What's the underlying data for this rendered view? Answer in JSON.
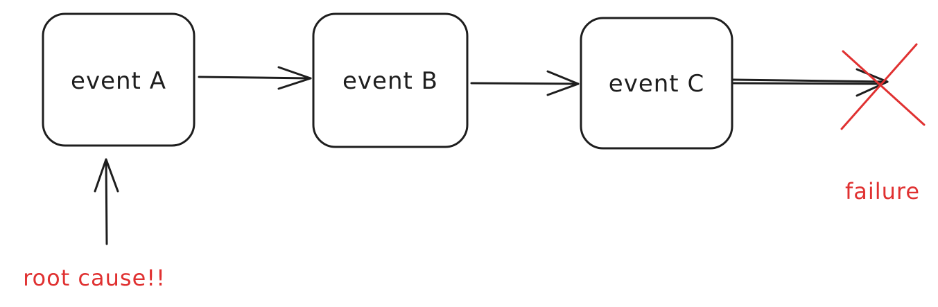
{
  "nodes": [
    {
      "id": "a",
      "label": "event A"
    },
    {
      "id": "b",
      "label": "event B"
    },
    {
      "id": "c",
      "label": "event C"
    }
  ],
  "annotations": {
    "root_cause": "root cause!!",
    "failure": "failure"
  },
  "colors": {
    "ink": "#1e1e1e",
    "accent": "#e03131"
  },
  "icons": {
    "failure_mark": "x-mark-icon"
  }
}
